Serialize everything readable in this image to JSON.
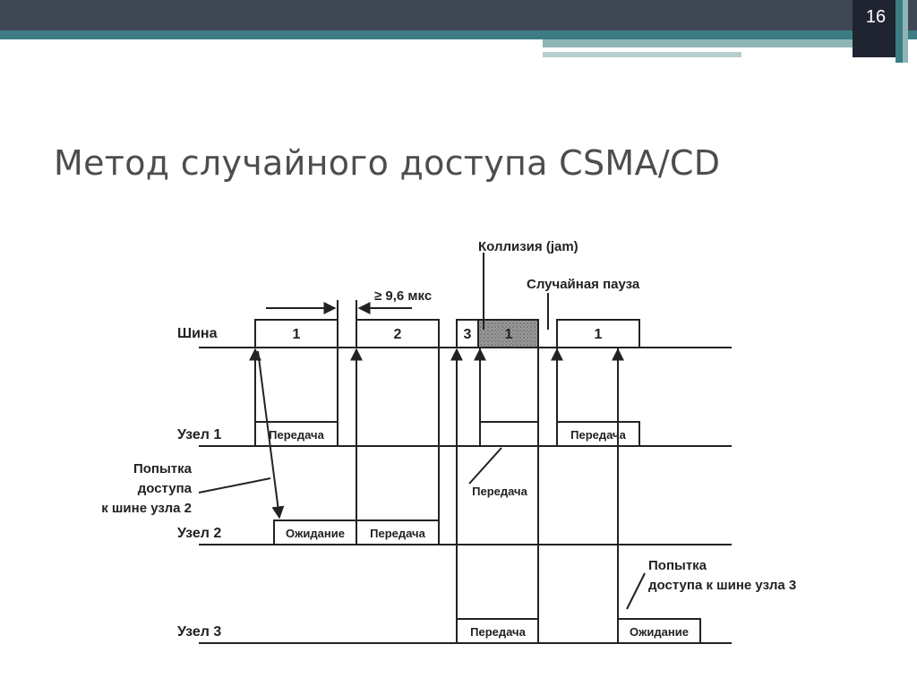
{
  "slide": {
    "number": "16",
    "title": "Метод случайного доступа CSMA/CD"
  },
  "diagram": {
    "rows": {
      "bus": "Шина",
      "node1": "Узел 1",
      "node2": "Узел 2",
      "node3": "Узел 3"
    },
    "bus_frames": {
      "f1": "1",
      "f2": "2",
      "f3": "3",
      "f4": "1",
      "f5": "1"
    },
    "labels": {
      "interframe_gap": "≥ 9,6 мкс",
      "collision": "Коллизия (jam)",
      "random_pause": "Случайная пауза",
      "node2_attempt": [
        "Попытка",
        "доступа",
        "к шине узла 2"
      ],
      "node3_attempt": [
        "Попытка",
        "доступа к шине узла 3"
      ]
    },
    "states": {
      "n1_tx_a": "Передача",
      "n1_tx_b": "Передача",
      "n1_tx_c": "Передача",
      "n2_wait": "Ожидание",
      "n2_tx": "Передача",
      "n3_tx": "Передача",
      "n3_wait": "Ожидание"
    }
  }
}
